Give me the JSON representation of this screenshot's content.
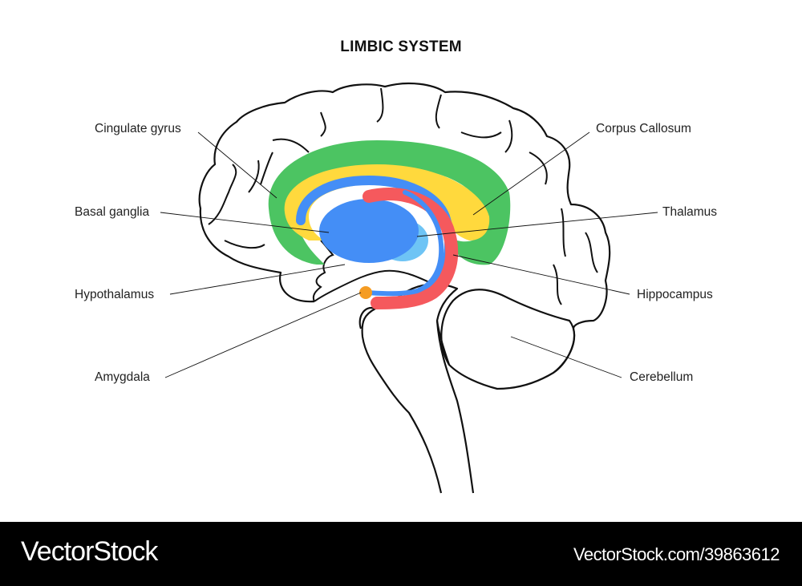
{
  "title": "LIMBIC SYSTEM",
  "labels": {
    "cingulate_gyrus": "Cingulate gyrus",
    "basal_ganglia": "Basal ganglia",
    "hypothalamus": "Hypothalamus",
    "amygdala": "Amygdala",
    "corpus_callosum": "Corpus Callosum",
    "thalamus": "Thalamus",
    "hippocampus": "Hippocampus",
    "cerebellum": "Cerebellum"
  },
  "colors": {
    "cingulate_gyrus": "#4CC462",
    "corpus_callosum": "#FFD93D",
    "basal_ganglia": "#448EF6",
    "thalamus": "#6EC4F5",
    "hippocampus": "#F5595D",
    "amygdala": "#F59C23",
    "outline": "#111111"
  },
  "footer": {
    "brand": "VectorStock",
    "url": "VectorStock.com/39863612"
  }
}
